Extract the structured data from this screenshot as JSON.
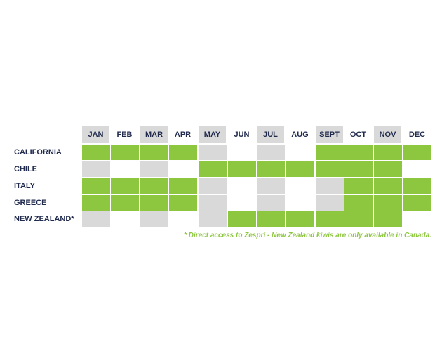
{
  "chart_data": {
    "type": "table",
    "columns": [
      "JAN",
      "FEB",
      "MAR",
      "APR",
      "MAY",
      "JUN",
      "JUL",
      "AUG",
      "SEPT",
      "OCT",
      "NOV",
      "DEC"
    ],
    "shaded_columns": [
      "JAN",
      "MAR",
      "MAY",
      "JUL",
      "SEPT",
      "NOV"
    ],
    "rows": [
      {
        "label": "CALIFORNIA",
        "available": [
          1,
          1,
          1,
          1,
          0,
          0,
          0,
          0,
          1,
          1,
          1,
          1
        ]
      },
      {
        "label": "CHILE",
        "available": [
          0,
          0,
          0,
          0,
          1,
          1,
          1,
          1,
          1,
          1,
          1,
          0
        ]
      },
      {
        "label": "ITALY",
        "available": [
          1,
          1,
          1,
          1,
          0,
          0,
          0,
          0,
          0,
          1,
          1,
          1
        ]
      },
      {
        "label": "GREECE",
        "available": [
          1,
          1,
          1,
          1,
          0,
          0,
          0,
          0,
          0,
          1,
          1,
          1
        ]
      },
      {
        "label": "NEW ZEALAND*",
        "available": [
          0,
          0,
          0,
          0,
          0,
          1,
          1,
          1,
          1,
          1,
          1,
          0
        ]
      }
    ],
    "footnote": "* Direct access to Zespri - New Zealand kiwis are only available in Canada.",
    "colors": {
      "available": "#8dc63f",
      "shaded": "#d9d9d9",
      "label": "#1f2a4d",
      "divider": "#8a9bb3"
    }
  }
}
